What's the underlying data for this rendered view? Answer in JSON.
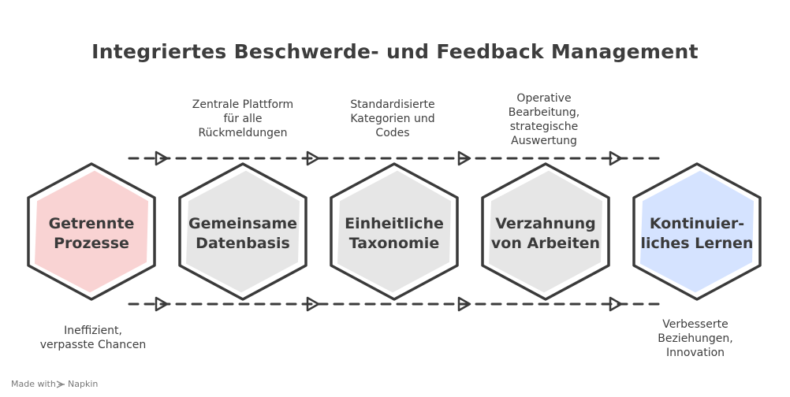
{
  "title": "Integriertes Beschwerde- und Feedback Management",
  "stages": [
    {
      "lines": [
        "Getrennte",
        "Prozesse"
      ],
      "fill": "#f9d3d3"
    },
    {
      "lines": [
        "Gemeinsame",
        "Datenbasis"
      ],
      "fill": "#e6e6e6"
    },
    {
      "lines": [
        "Einheitliche",
        "Taxonomie"
      ],
      "fill": "#e6e6e6"
    },
    {
      "lines": [
        "Verzahnung",
        "von Arbeiten"
      ],
      "fill": "#e6e6e6"
    },
    {
      "lines": [
        "Kontinuier-",
        "liches Lernen"
      ],
      "fill": "#d5e3ff"
    }
  ],
  "top_notes": [
    {
      "lines": [
        "Zentrale Plattform",
        "für alle",
        "Rückmeldungen"
      ]
    },
    {
      "lines": [
        "Standardisierte",
        "Kategorien und",
        "Codes"
      ]
    },
    {
      "lines": [
        "Operative",
        "Bearbeitung,",
        "strategische",
        "Auswertung"
      ]
    }
  ],
  "bottom_notes": [
    {
      "lines": [
        "Ineffizient,",
        "verpasste Chancen"
      ]
    },
    {
      "lines": [
        "Verbesserte",
        "Beziehungen,",
        "Innovation"
      ]
    }
  ],
  "footer": {
    "made_with": "Made with",
    "brand": "Napkin",
    "icon": "napkin-logo-icon"
  }
}
